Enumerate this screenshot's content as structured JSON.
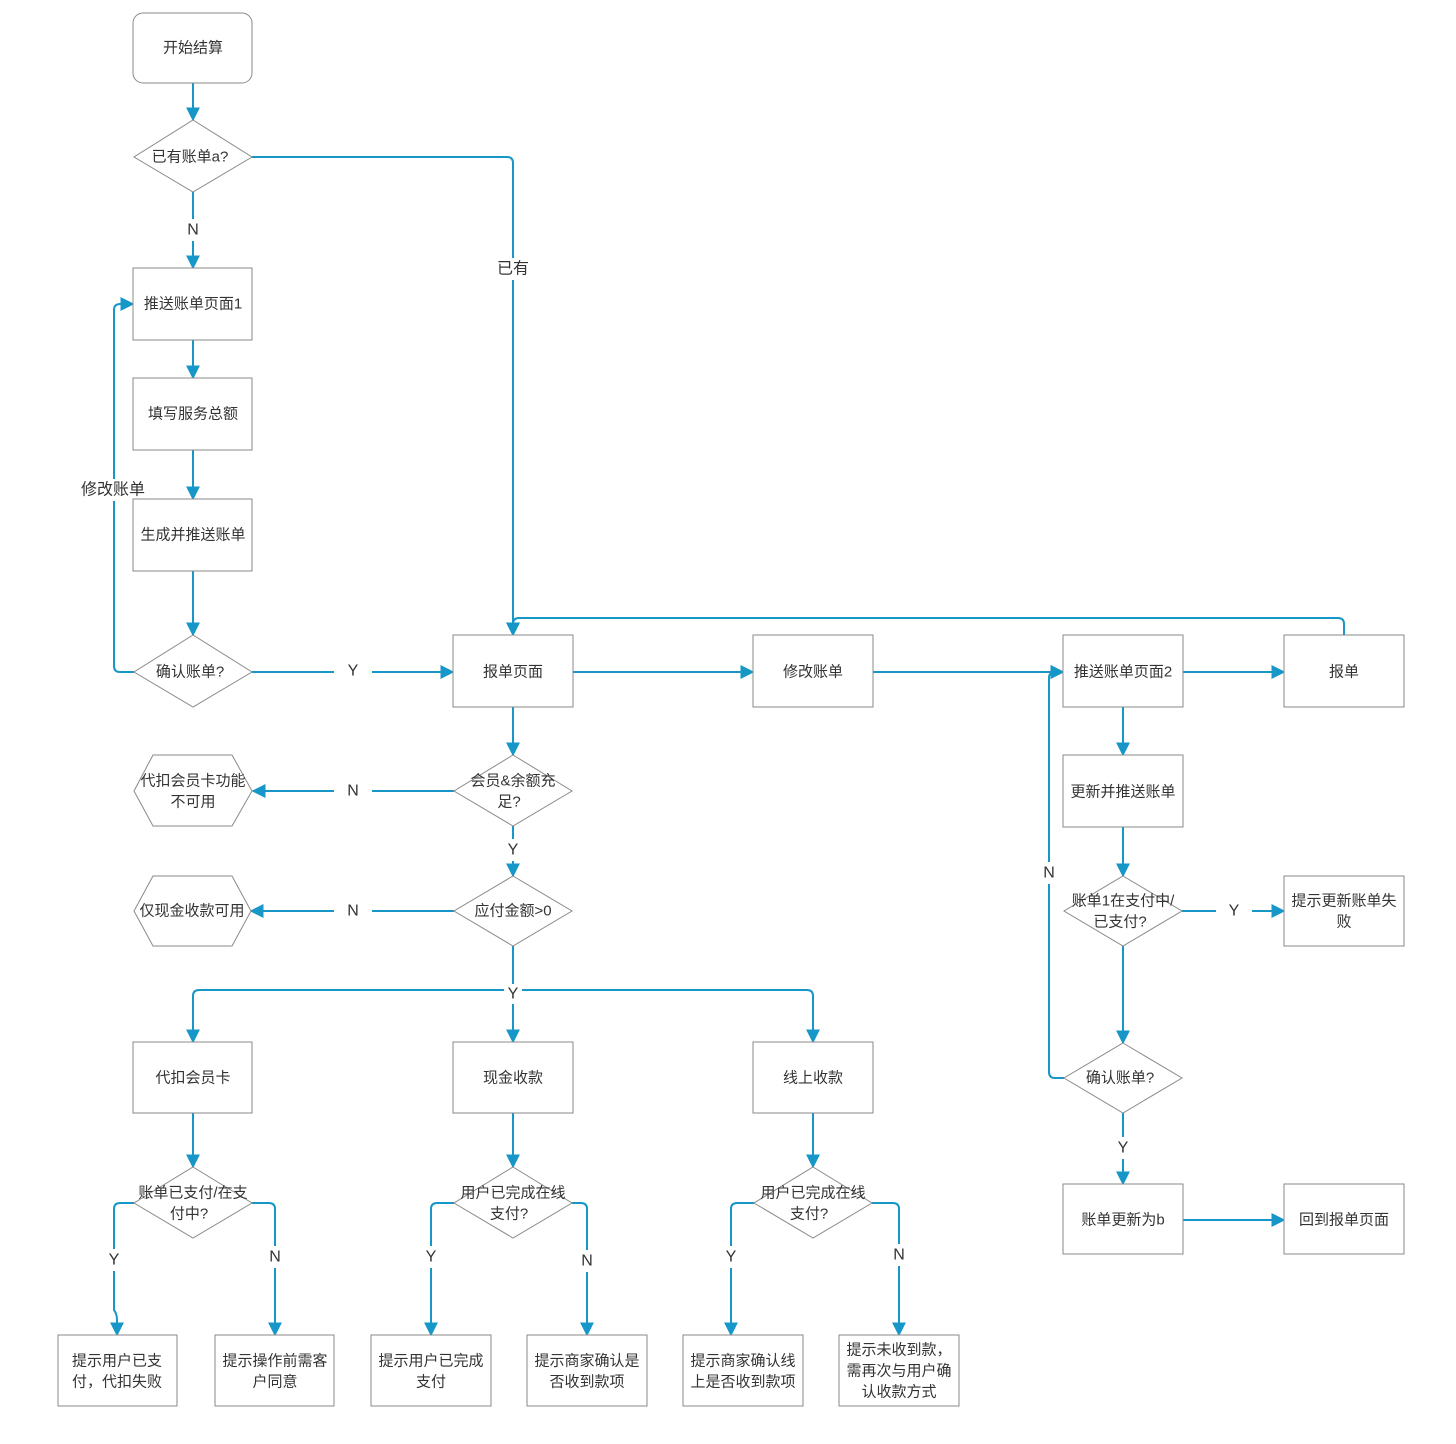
{
  "diagram": {
    "nodes": {
      "start": {
        "text": [
          "开始结算"
        ]
      },
      "d_has_bill": {
        "text": [
          "已有账单a?"
        ]
      },
      "push_page1": {
        "text": [
          "推送账单页面1"
        ]
      },
      "fill_total": {
        "text": [
          "填写服务总额"
        ]
      },
      "gen_push": {
        "text": [
          "生成并推送账单"
        ]
      },
      "d_confirm1": {
        "text": [
          "确认账单?"
        ]
      },
      "report_page": {
        "text": [
          "报单页面"
        ]
      },
      "modify_bill": {
        "text": [
          "修改账单"
        ]
      },
      "push_page2": {
        "text": [
          "推送账单页面2"
        ]
      },
      "report": {
        "text": [
          "报单"
        ]
      },
      "update_push": {
        "text": [
          "更新并推送账单"
        ]
      },
      "d_member": {
        "text": [
          "会员&余额充",
          "足?"
        ]
      },
      "hex_card": {
        "text": [
          "代扣会员卡功能",
          "不可用"
        ]
      },
      "d_amount": {
        "text": [
          "应付金额>0"
        ]
      },
      "hex_cash": {
        "text": [
          "仅现金收款可用"
        ]
      },
      "d_bill1": {
        "text": [
          "账单1在支付中/",
          "已支付?"
        ]
      },
      "hint_update_fail": {
        "text": [
          "提示更新账单失",
          "败"
        ]
      },
      "d_confirm2": {
        "text": [
          "确认账单?"
        ]
      },
      "bill_b": {
        "text": [
          "账单更新为b"
        ]
      },
      "back_report": {
        "text": [
          "回到报单页面"
        ]
      },
      "deduct_card": {
        "text": [
          "代扣会员卡"
        ]
      },
      "cash": {
        "text": [
          "现金收款"
        ]
      },
      "online": {
        "text": [
          "线上收款"
        ]
      },
      "d_paid": {
        "text": [
          "账单已支付/在支",
          "付中?"
        ]
      },
      "d_online_cash": {
        "text": [
          "用户已完成在线",
          "支付?"
        ]
      },
      "d_online_online": {
        "text": [
          "用户已完成在线",
          "支付?"
        ]
      },
      "r_paid_fail": {
        "text": [
          "提示用户已支",
          "付，代扣失败"
        ]
      },
      "r_need_consent": {
        "text": [
          "提示操作前需客",
          "户同意"
        ]
      },
      "r_cash_done": {
        "text": [
          "提示用户已完成",
          "支付"
        ]
      },
      "r_cash_confirm": {
        "text": [
          "提示商家确认是",
          "否收到款项"
        ]
      },
      "r_online_confirm": {
        "text": [
          "提示商家确认线",
          "上是否收到款项"
        ]
      },
      "r_online_none": {
        "text": [
          "提示未收到款，",
          "需再次与用户确",
          "认收款方式"
        ]
      }
    },
    "edge_labels": {
      "has_bill_no": "N",
      "has_bill_yes": "已有",
      "modify_loop": "修改账单",
      "confirm1_yes": "Y",
      "member_no": "N",
      "member_yes": "Y",
      "amount_no": "N",
      "amount_yes": "Y",
      "bill1_yes": "Y",
      "confirm2_no": "N",
      "confirm2_yes": "Y",
      "paid_yes": "Y",
      "paid_no": "N",
      "cash_yes": "Y",
      "cash_no": "N",
      "online_yes": "Y",
      "online_no": "N"
    },
    "colors": {
      "edge": "#1797c8",
      "node_border": "#8a8a8a",
      "text": "#333333"
    }
  }
}
